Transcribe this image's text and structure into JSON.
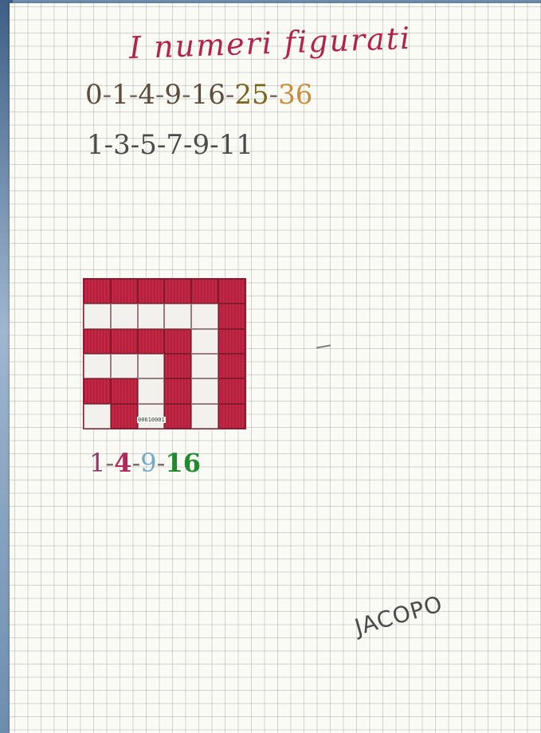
{
  "document": {
    "title": "I numeri figurati",
    "sequence_squares": [
      "0",
      "1",
      "4",
      "9",
      "16",
      "25",
      "36"
    ],
    "sequence_odds_text": "1-3-5-7-9-11",
    "figure_sequence": [
      "1",
      "4",
      "9",
      "16"
    ],
    "author": "JACOPO",
    "stamp_text": "00610001"
  },
  "figure": {
    "rows": [
      [
        "r",
        "r",
        "r",
        "r",
        "r",
        "r"
      ],
      [
        "w",
        "w",
        "w",
        "w",
        "w",
        "r"
      ],
      [
        "r",
        "r",
        "r",
        "r",
        "w",
        "r"
      ],
      [
        "w",
        "w",
        "w",
        "r",
        "w",
        "r"
      ],
      [
        "r",
        "r",
        "w",
        "r",
        "w",
        "r"
      ],
      [
        "w",
        "r",
        "w",
        "r",
        "w",
        "r"
      ]
    ]
  },
  "colors": {
    "title": "#b0244a",
    "figure_red": "#b81f3b",
    "paper": "#fbfbf6"
  }
}
